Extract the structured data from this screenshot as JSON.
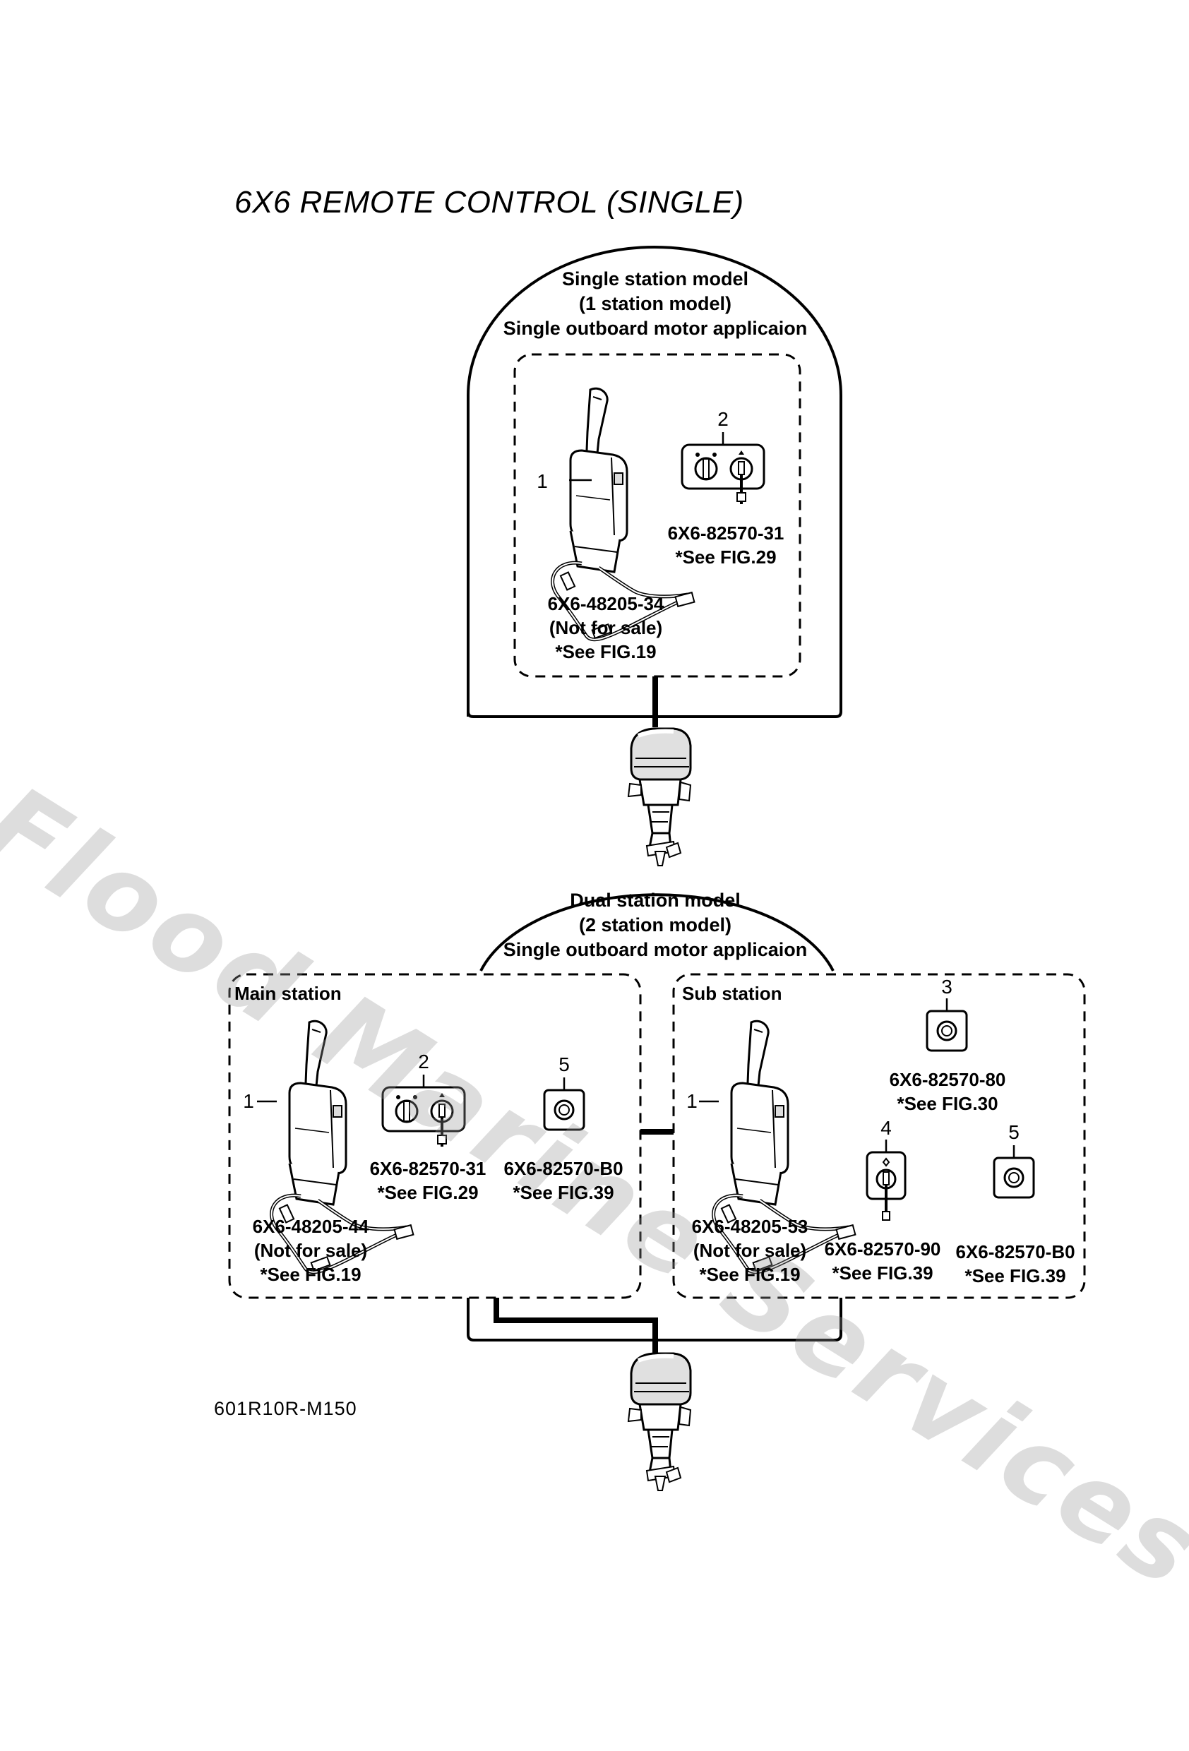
{
  "title": "6X6 REMOTE CONTROL (SINGLE)",
  "watermark": "Flood Marine Services",
  "diagram_code": "601R10R-M150",
  "single_station": {
    "header": [
      "Single station model",
      "(1 station model)",
      "Single outboard motor applicaion"
    ],
    "parts": [
      {
        "ref": "1",
        "part_no": "6X6-48205-34",
        "note": "(Not for sale)",
        "see": "*See FIG.19"
      },
      {
        "ref": "2",
        "part_no": "6X6-82570-31",
        "see": "*See FIG.29"
      }
    ]
  },
  "dual_station": {
    "header": [
      "Dual station model",
      "(2 station model)",
      "Single outboard motor applicaion"
    ],
    "main_station": {
      "label": "Main station",
      "parts": [
        {
          "ref": "1",
          "part_no": "6X6-48205-44",
          "note": "(Not for sale)",
          "see": "*See FIG.19"
        },
        {
          "ref": "2",
          "part_no": "6X6-82570-31",
          "see": "*See FIG.29"
        },
        {
          "ref": "5",
          "part_no": "6X6-82570-B0",
          "see": "*See FIG.39"
        }
      ]
    },
    "sub_station": {
      "label": "Sub station",
      "parts": [
        {
          "ref": "1",
          "part_no": "6X6-48205-53",
          "note": "(Not for sale)",
          "see": "*See FIG.19"
        },
        {
          "ref": "3",
          "part_no": "6X6-82570-80",
          "see": "*See FIG.30"
        },
        {
          "ref": "4",
          "part_no": "6X6-82570-90",
          "see": "*See FIG.39"
        },
        {
          "ref": "5",
          "part_no": "6X6-82570-B0",
          "see": "*See FIG.39"
        }
      ]
    }
  },
  "icons": [
    "remote-control-lever-icon",
    "key-switch-panel-icon",
    "push-switch-icon",
    "single-key-switch-icon",
    "outboard-motor-icon"
  ]
}
